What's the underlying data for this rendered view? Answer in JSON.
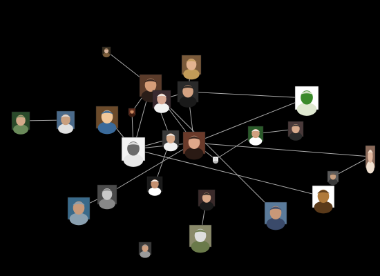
{
  "graph": {
    "background": "#000000",
    "edge_color": "#c8c8c8",
    "nodes": [
      {
        "id": "n1",
        "avatar": "avatar-man-glasses-small",
        "colors": [
          "#3a3020",
          "#d7b39a",
          "#7a5c3a"
        ]
      },
      {
        "id": "n2",
        "avatar": "avatar-woman-blonde",
        "colors": [
          "#7a5a3a",
          "#e2b38f",
          "#c29b58"
        ]
      },
      {
        "id": "n3",
        "avatar": "avatar-man-dark-hair",
        "colors": [
          "#5a3b2a",
          "#d59d78",
          "#2a1d18"
        ]
      },
      {
        "id": "n4",
        "avatar": "avatar-man-smiling-buzz",
        "colors": [
          "#2a2a2a",
          "#d3a282",
          "#1a1a1a"
        ]
      },
      {
        "id": "n5",
        "avatar": "avatar-woman-dark-hair",
        "colors": [
          "#3a2a30",
          "#d8a894",
          "#f2f2f2"
        ]
      },
      {
        "id": "n6",
        "avatar": "avatar-man-small-red",
        "colors": [
          "#602c1e",
          "#cf8c62",
          "#3a1a10"
        ]
      },
      {
        "id": "n7",
        "avatar": "avatar-cartoon-bearded",
        "colors": [
          "#6b4a2a",
          "#f2c89a",
          "#3a6a9a"
        ]
      },
      {
        "id": "n8",
        "avatar": "avatar-man-sunglasses",
        "colors": [
          "#4a6a8a",
          "#c9a080",
          "#e0e0e0"
        ]
      },
      {
        "id": "n9",
        "avatar": "avatar-man-outdoor",
        "colors": [
          "#2a4a2a",
          "#d4aa8a",
          "#6a8a5a"
        ]
      },
      {
        "id": "n10",
        "avatar": "avatar-sketch-drawing",
        "colors": [
          "#f4f4f4",
          "#6a6a6a",
          "#e8e8e8"
        ]
      },
      {
        "id": "n11",
        "avatar": "avatar-man-glasses-center",
        "colors": [
          "#3a3a3a",
          "#d8aa8a",
          "#f0f0f0"
        ]
      },
      {
        "id": "n12",
        "avatar": "avatar-woman-center",
        "colors": [
          "#6a3a2a",
          "#e0a88a",
          "#2a1a14"
        ]
      },
      {
        "id": "n13",
        "avatar": "avatar-ghost-tiny",
        "colors": [
          "#ffffff",
          "#dddddd",
          "#bbbbbb"
        ]
      },
      {
        "id": "n14",
        "avatar": "avatar-man-green-shirt",
        "colors": [
          "#2a5a2a",
          "#d0a080",
          "#ffffff"
        ]
      },
      {
        "id": "n15",
        "avatar": "avatar-man-smiling-glasses",
        "colors": [
          "#4a3a3a",
          "#d8aa8c",
          "#2a2a2a"
        ]
      },
      {
        "id": "n16",
        "avatar": "avatar-plant-drawing",
        "colors": [
          "#ffffff",
          "#3a8a2a",
          "#dfe8d0"
        ]
      },
      {
        "id": "n17",
        "avatar": "avatar-woman-edge",
        "colors": [
          "#8a6a5a",
          "#e0b8a0",
          "#f0e0d0"
        ]
      },
      {
        "id": "n18",
        "avatar": "avatar-person-tiny",
        "colors": [
          "#5a5a5a",
          "#c9a080",
          "#3a3a3a"
        ]
      },
      {
        "id": "n19",
        "avatar": "avatar-cartoon-creature",
        "colors": [
          "#ffffff",
          "#b07a3a",
          "#5a3a1a"
        ]
      },
      {
        "id": "n20",
        "avatar": "avatar-man-gray",
        "colors": [
          "#4a4a4a",
          "#c8c8c8",
          "#888888"
        ]
      },
      {
        "id": "n21",
        "avatar": "avatar-man-dark-small",
        "colors": [
          "#1a1a1a",
          "#c49070",
          "#ffffff"
        ]
      },
      {
        "id": "n22",
        "avatar": "avatar-man-coast",
        "colors": [
          "#3a6a8a",
          "#c89a7a",
          "#8aa0b0"
        ]
      },
      {
        "id": "n23",
        "avatar": "avatar-man-laughing",
        "colors": [
          "#3a2a2a",
          "#d8a888",
          "#1a1a1a"
        ]
      },
      {
        "id": "n24",
        "avatar": "avatar-man-blue-shirt",
        "colors": [
          "#5a7a9a",
          "#c89878",
          "#3a4a6a"
        ]
      },
      {
        "id": "n25",
        "avatar": "avatar-goat",
        "colors": [
          "#8a8a6a",
          "#dedede",
          "#6a7a4a"
        ]
      },
      {
        "id": "n26",
        "avatar": "avatar-man-sunglasses-small",
        "colors": [
          "#3a3a3a",
          "#d0a080",
          "#9a9a9a"
        ]
      }
    ],
    "edges": [
      [
        "n1",
        "n3"
      ],
      [
        "n3",
        "n6"
      ],
      [
        "n3",
        "n10"
      ],
      [
        "n3",
        "n11"
      ],
      [
        "n3",
        "n5"
      ],
      [
        "n4",
        "n5"
      ],
      [
        "n4",
        "n12"
      ],
      [
        "n4",
        "n16"
      ],
      [
        "n5",
        "n12"
      ],
      [
        "n5",
        "n24"
      ],
      [
        "n6",
        "n10"
      ],
      [
        "n7",
        "n10"
      ],
      [
        "n8",
        "n9"
      ],
      [
        "n10",
        "n12"
      ],
      [
        "n10",
        "n11"
      ],
      [
        "n10",
        "n19"
      ],
      [
        "n11",
        "n21"
      ],
      [
        "n12",
        "n20"
      ],
      [
        "n12",
        "n13"
      ],
      [
        "n12",
        "n17"
      ],
      [
        "n12",
        "n16"
      ],
      [
        "n13",
        "n14"
      ],
      [
        "n14",
        "n15"
      ],
      [
        "n17",
        "n18"
      ],
      [
        "n20",
        "n22"
      ],
      [
        "n23",
        "n25"
      ],
      [
        "n2",
        "n4"
      ]
    ]
  }
}
